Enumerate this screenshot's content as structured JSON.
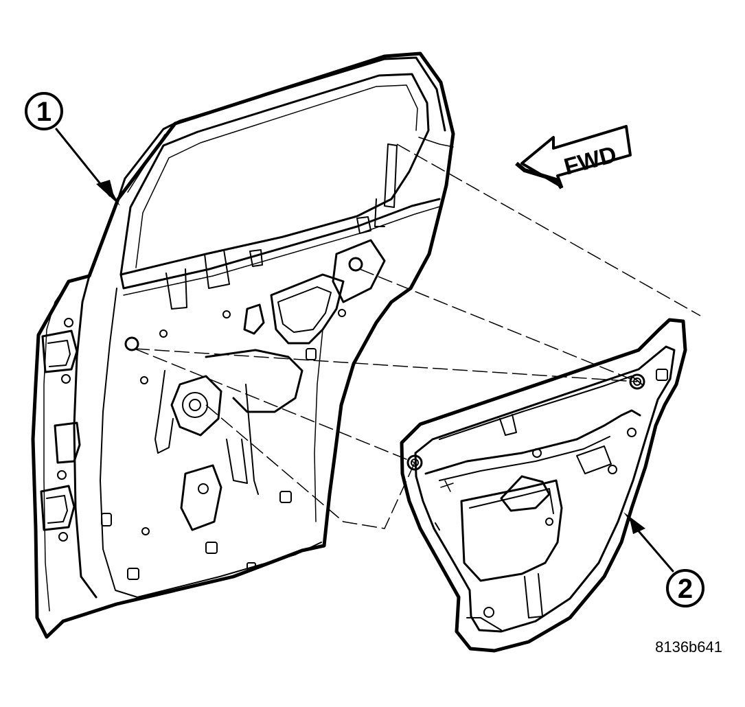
{
  "callouts": [
    {
      "number": "1"
    },
    {
      "number": "2"
    }
  ],
  "direction_arrow": {
    "label": "FWD"
  },
  "figure_id": "8136b641",
  "colors": {
    "line": "#000000",
    "background": "#ffffff"
  }
}
